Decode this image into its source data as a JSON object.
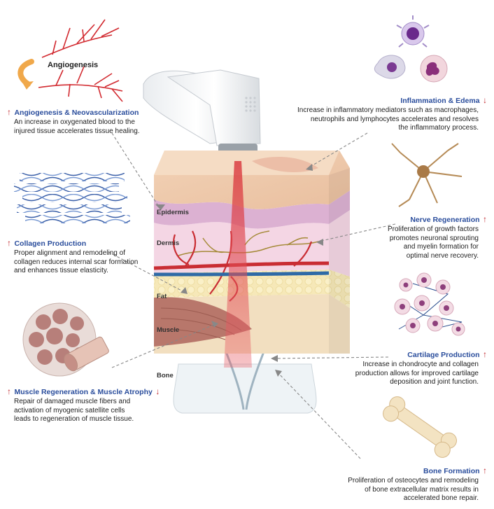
{
  "angiogenesis_label": "Angiogenesis",
  "arrows": {
    "up": "↑",
    "down": "↓"
  },
  "sections": {
    "angiogenesis": {
      "title": "Angiogenesis & Neovascularization",
      "text": [
        "An increase in oxygenated blood to the",
        "injured tissue accelerates tissue healing."
      ]
    },
    "collagen": {
      "title": "Collagen Production",
      "text": [
        "Proper alignment and remodeling of",
        "collagen reduces internal scar formation",
        "and enhances tissue elasticity."
      ]
    },
    "muscle": {
      "title": "Muscle Regeneration & Muscle Atrophy",
      "text": [
        "Repair of damaged muscle fibers and",
        "activation of myogenic satellite cells",
        "leads to regeneration of muscle tissue."
      ]
    },
    "inflammation": {
      "title": "Inflammation & Edema",
      "text": [
        "Increase in inflammatory mediators such as macrophages,",
        "neutrophils and lymphocytes  accelerates and resolves",
        "the inflammatory process."
      ]
    },
    "nerve": {
      "title": "Nerve Regeneration",
      "text": [
        "Proliferation of growth factors",
        "promotes neuronal sprouting",
        "and myelin formation for",
        "optimal nerve recovery."
      ]
    },
    "cartilage": {
      "title": "Cartilage Production",
      "text": [
        "Increase in chondrocyte and collagen",
        "production allows for improved cartilage",
        "deposition and joint function."
      ]
    },
    "bone": {
      "title": "Bone Formation",
      "text": [
        "Proliferation of osteocytes and remodeling",
        "of bone extracellular matrix results in",
        "accelerated bone repair."
      ]
    }
  },
  "layers": {
    "epidermis": "Epidermis",
    "dermis": "Dermis",
    "fat": "Fat",
    "muscle": "Muscle",
    "bone": "Bone"
  },
  "colors": {
    "title_blue": "#2a4d9c",
    "arrow_red": "#c0272d",
    "laser_red": "#d9343a"
  }
}
